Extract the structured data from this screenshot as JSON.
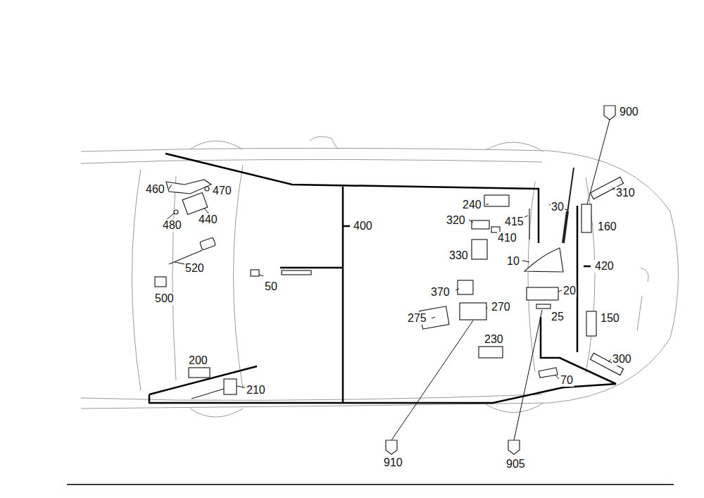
{
  "diagram": {
    "labels": [
      "900",
      "310",
      "30",
      "240",
      "415",
      "320",
      "410",
      "160",
      "330",
      "10",
      "420",
      "20",
      "370",
      "270",
      "275",
      "25",
      "150",
      "230",
      "300",
      "70",
      "460",
      "470",
      "480",
      "440",
      "400",
      "520",
      "50",
      "500",
      "200",
      "210",
      "910",
      "905"
    ]
  }
}
